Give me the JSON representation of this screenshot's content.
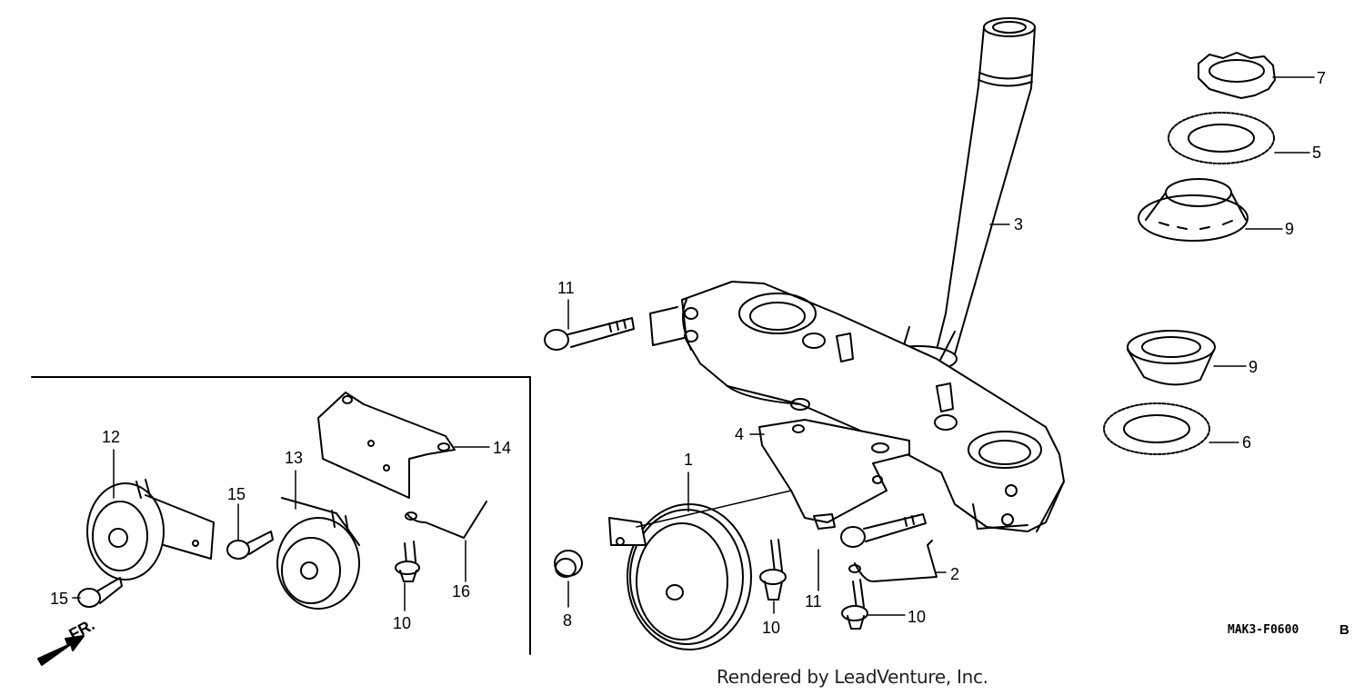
{
  "callouts": {
    "c1": "1",
    "c2": "2",
    "c3": "3",
    "c4": "4",
    "c5": "5",
    "c6": "6",
    "c7": "7",
    "c8": "8",
    "c9a": "9",
    "c9b": "9",
    "c10a": "10",
    "c10b": "10",
    "c10c": "10",
    "c11a": "11",
    "c11b": "11",
    "c12": "12",
    "c13": "13",
    "c14": "14",
    "c15a": "15",
    "c15b": "15",
    "c16": "16"
  },
  "direction_label": "FR.",
  "diagram_code": "MAK3-F0600",
  "diagram_suffix": "B",
  "credit": "Rendered by LeadVenture, Inc."
}
